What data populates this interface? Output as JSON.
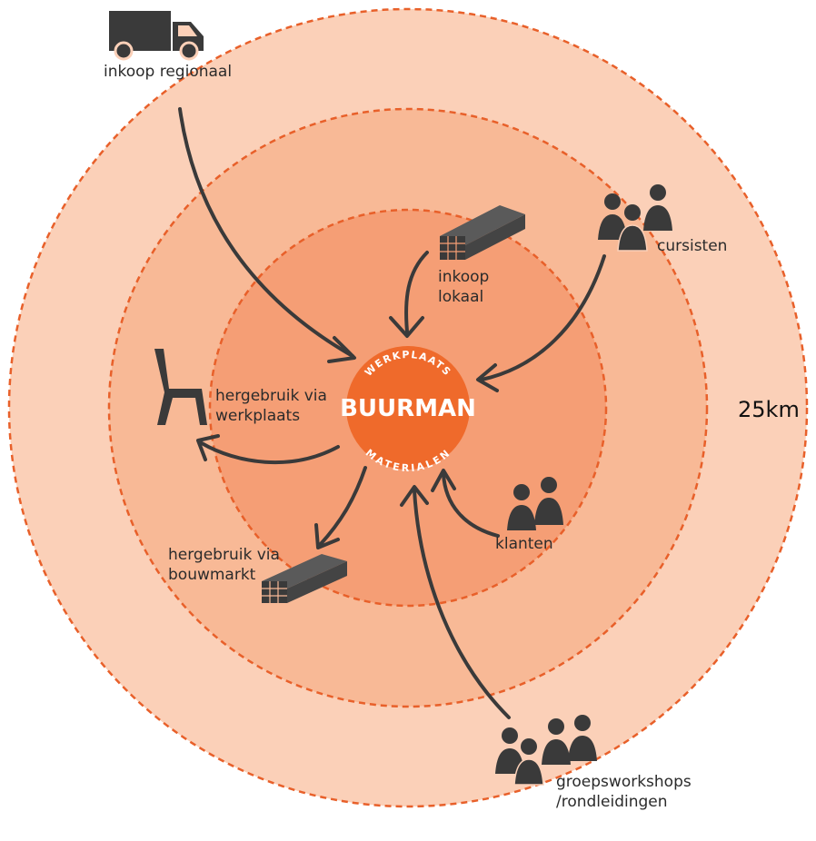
{
  "diagram": {
    "distance_label": "25km",
    "colors": {
      "outer_ring": "#fbd0b8",
      "middle_ring": "#f8b996",
      "inner_ring": "#f59e75",
      "center": "#ef6a2b",
      "dash": "#e8602a",
      "icon": "#3a3a3a"
    }
  },
  "center": {
    "top_arc": "WERKPLAATS",
    "name": "BUURMAN",
    "bottom_arc": "MATERIALEN"
  },
  "nodes": {
    "inkoop_regionaal": "inkoop regionaal",
    "inkoop_lokaal_1": "inkoop",
    "inkoop_lokaal_2": "lokaal",
    "cursisten": "cursisten",
    "hergebruik_werkplaats_1": "hergebruik via",
    "hergebruik_werkplaats_2": "werkplaats",
    "hergebruik_bouwmarkt_1": "hergebruik via",
    "hergebruik_bouwmarkt_2": "bouwmarkt",
    "klanten": "klanten",
    "groepsworkshops_1": "groepsworkshops",
    "groepsworkshops_2": "/rondleidingen"
  }
}
